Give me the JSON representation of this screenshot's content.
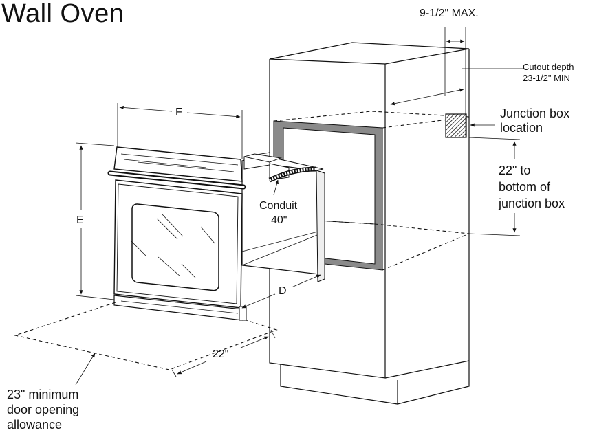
{
  "title": "Wall Oven",
  "labels": {
    "max_width": "9-1/2\" MAX.",
    "cutout_depth_1": "Cutout depth",
    "cutout_depth_2": "23-1/2\" MIN",
    "junction_box_1": "Junction box",
    "junction_box_2": "location",
    "to_bottom_1": "22\" to",
    "to_bottom_2": "bottom of",
    "to_bottom_3": "junction box",
    "dim_f": "F",
    "dim_e": "E",
    "dim_d": "D",
    "conduit_1": "Conduit",
    "conduit_2": "40\"",
    "dim_22": "22\"",
    "door_1": "23\" minimum",
    "door_2": "door opening",
    "door_3": "allowance"
  }
}
